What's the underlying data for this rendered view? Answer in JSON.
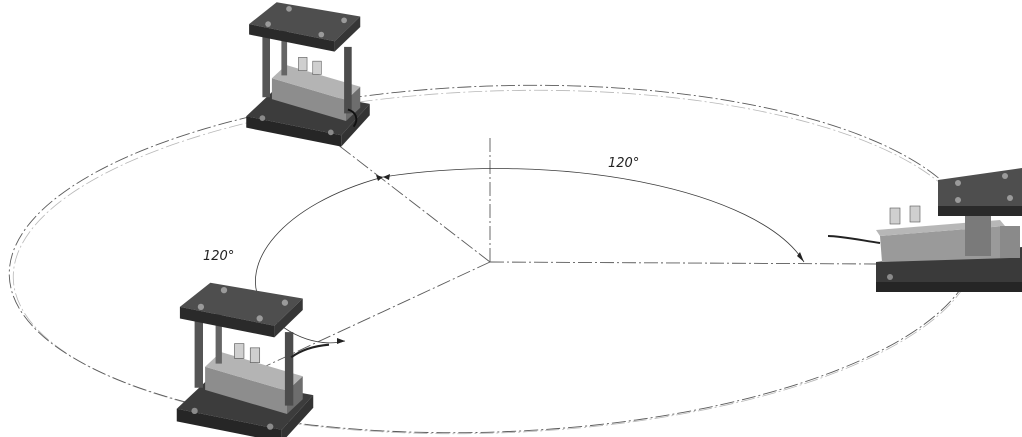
{
  "angles": [
    {
      "label": "120°"
    },
    {
      "label": "120°"
    }
  ],
  "mount_count": 3,
  "colors": {
    "plate_top": "#4a4a4a",
    "plate_front": "#2f2f2f",
    "plate_side": "#3b3b3b",
    "cell_body": "#a9a9a9",
    "cell_dark": "#6e6e6e",
    "line": "#5a5a5a"
  }
}
